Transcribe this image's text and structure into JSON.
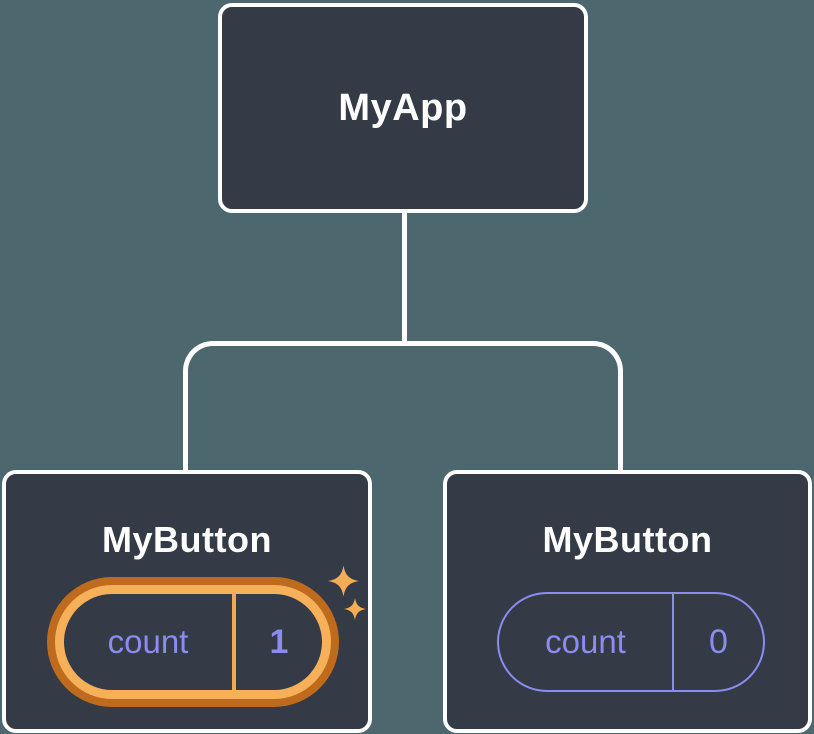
{
  "theme": {
    "bg": "#4c676e",
    "card_bg": "#343a46",
    "line": "#ffffff",
    "text": "#ffffff",
    "purple": "#8b8bf2",
    "orange_outer": "#bf6b1e",
    "orange_inner": "#f7b05a",
    "orange_divider": "#f2a94f",
    "sparkle": "#f4ad55"
  },
  "tree": {
    "root": {
      "label": "MyApp"
    },
    "children": [
      {
        "label": "MyButton",
        "state": {
          "name": "count",
          "value": "1"
        },
        "highlighted": true
      },
      {
        "label": "MyButton",
        "state": {
          "name": "count",
          "value": "0"
        },
        "highlighted": false
      }
    ]
  }
}
